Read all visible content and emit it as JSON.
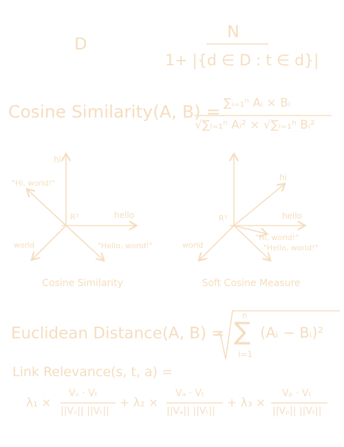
{
  "colors": {
    "ink": "#f5ddbf",
    "background": "#ffffff"
  },
  "idf": {
    "lhs": "D",
    "numerator": "N",
    "denominator": "1+ |{d ∈ D : t ∈ d}|"
  },
  "cosine": {
    "lhs": "Cosine Similarity(A, B) =",
    "numerator": "∑ᵢ₌₁ⁿ Aᵢ × Bᵢ",
    "denominator": "√∑ᵢ₌₁ⁿ Aᵢ² × √∑ᵢ₌₁ⁿ Bᵢ²"
  },
  "diagrams": [
    {
      "caption": "Cosine Similarity",
      "axis_hi": "hi",
      "axis_hello": "hello",
      "axis_world": "world",
      "origin": "R³",
      "vec_hi_world": "\"Hi, world!\"",
      "vec_hello_world": "\"Hello, world!\""
    },
    {
      "caption": "Soft Cosine Measure",
      "axis_hi": "hi",
      "axis_hello": "hello",
      "axis_world": "world",
      "origin": "R³",
      "vec_hi_world": "\"Hi, world!\"",
      "vec_hello_world": "\"Hello, world!\""
    }
  ],
  "euclid": {
    "lhs": "Euclidean Distance(A, B) =",
    "sum_top": "n",
    "sum_bottom": "i=1",
    "body": "(Aᵢ − Bᵢ)²"
  },
  "link": {
    "lhs": "Link Relevance(s, t, a) =",
    "term1_coef": "λ₁ ×",
    "term1_num": "Vₛ · Vₜ",
    "term1_den": "||Vₛ|| ||Vₜ||",
    "plus1": "+ λ₂ ×",
    "term2_num": "Vₐ · Vₜ",
    "term2_den": "||Vₐ|| ||Vₜ||",
    "plus2": "+ λ₃ ×",
    "term3_num": "Vₚ · Vₜ",
    "term3_den": "||Vₚ|| ||Vₜ||"
  }
}
